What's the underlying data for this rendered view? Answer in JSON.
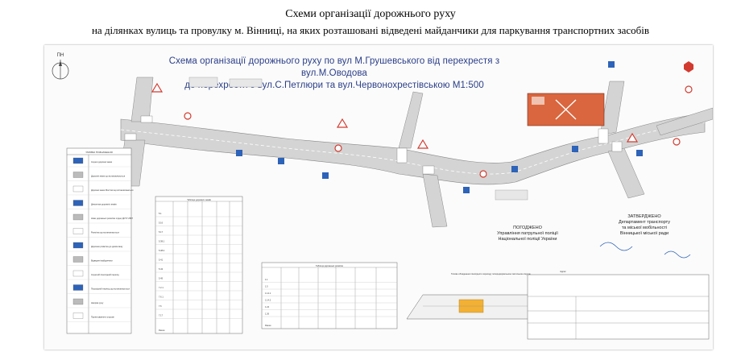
{
  "header": {
    "line1": "Схеми організації дорожнього руху",
    "line2": "на ділянках вулиць та провулку м. Вінниці, на яких розташовані відведені майданчики для паркування транспортних засобів"
  },
  "sheet": {
    "title_line1": "Схема організації дорожнього руху по вул М.Грушевського від перехрестя з вул.М.Оводова",
    "title_line2": "до перехрестя з вул.С.Петлюри та вул.Червонохрестівською М1:500",
    "north_label": "ПН"
  },
  "legend": {
    "title": "УМОВНІ ПОЗНАЧЕННЯ",
    "items": [
      "Існуючі дорожні знаки",
      "Дорожні знаки що встановлюються",
      "Дорожні знаки Мостові що встановлюються",
      "Демонтаж дорожніх знаків",
      "Нове дорожньої розмітки згідно ДСТУ 2587",
      "Розмітка що встановлюється",
      "Дорожня розмітка до демонтажу",
      "Відведені майданчики",
      "Існуючий пішохідний перехід",
      "Пішохідний перехід що встановлюється",
      "Напрям руху",
      "Проектування в огорожі"
    ]
  },
  "table_signs": {
    "title": "Таблиця дорожніх знаків",
    "rows": [
      "5.1",
      "5.16",
      "5.17",
      "5.38.1",
      "5.38.2",
      "5.41",
      "5.43",
      "5.45",
      "7.2.1",
      "7.6.1",
      "7.6",
      "7.17"
    ],
    "total_label": "Разом"
  },
  "table_marking": {
    "title": "Таблиця дорожньої розмітки",
    "rows": [
      "1.1",
      "1.5",
      "1.14.1",
      "1.14.2",
      "1.24",
      "1.26"
    ],
    "total_label": "Разом"
  },
  "tactile": {
    "title": "Типове обладнання пішохідного переходу попереджувальною тактильною смугою"
  },
  "stamps": {
    "agreed": "ПОГОДЖЕНО\nУправління патрульної поліції\nНаціональної поліції України",
    "approved": "ЗАТВЕРДЖЕНО\nДепартамент транспорту\nта міської мобільності\nВінницької міської ради",
    "signature_label": "підпис"
  },
  "colors": {
    "road": "#cfcfcf",
    "building": "#d9663e",
    "title_text": "#2a3e88",
    "sign_blue": "#2d63b8",
    "sign_red": "#d23a2f"
  }
}
